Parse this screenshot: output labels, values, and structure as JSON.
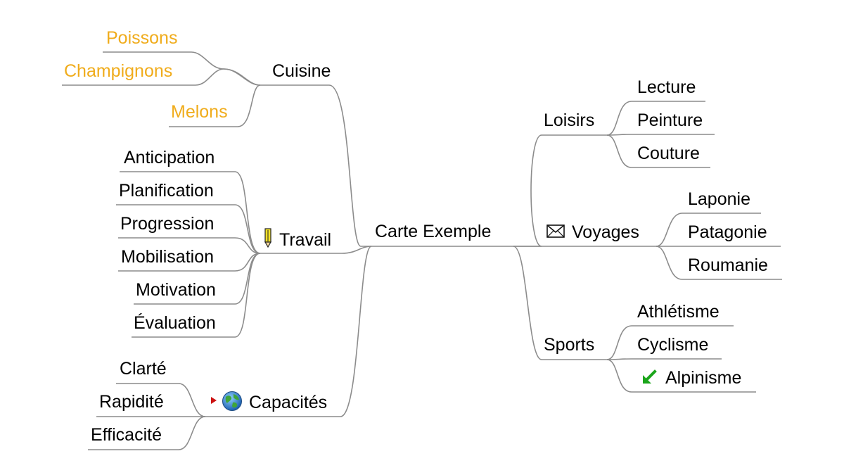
{
  "center": {
    "label": "Carte Exemple"
  },
  "colors": {
    "line": "#8c8c8c",
    "highlight_text": "#f0ac1c",
    "arrow_icon": "#1aa51a",
    "flag_icon": "#cc1111"
  },
  "branches": {
    "cuisine": {
      "label": "Cuisine",
      "children": [
        "Poissons",
        "Champignons",
        "Melons"
      ]
    },
    "travail": {
      "label": "Travail",
      "icon": "pencil-icon",
      "children": [
        "Anticipation",
        "Planification",
        "Progression",
        "Mobilisation",
        "Motivation",
        "Évaluation"
      ]
    },
    "capacites": {
      "label": "Capacités",
      "icons": [
        "red-flag-icon",
        "globe-icon"
      ],
      "children": [
        "Clarté",
        "Rapidité",
        "Efficacité"
      ]
    },
    "loisirs": {
      "label": "Loisirs",
      "children": [
        "Lecture",
        "Peinture",
        "Couture"
      ]
    },
    "voyages": {
      "label": "Voyages",
      "icon": "envelope-icon",
      "children": [
        "Laponie",
        "Patagonie",
        "Roumanie"
      ]
    },
    "sports": {
      "label": "Sports",
      "children": [
        "Athlétisme",
        "Cyclisme",
        "Alpinisme"
      ],
      "child_icons": {
        "Alpinisme": "green-arrow-icon"
      }
    }
  }
}
